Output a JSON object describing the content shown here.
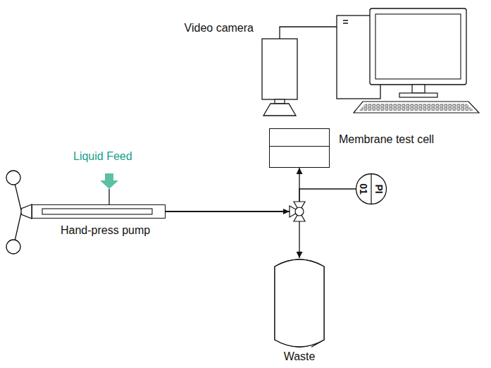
{
  "diagram": {
    "nodes": [
      {
        "text": [
          "Video camera"
        ]
      },
      {
        "text": [
          "Membrane test cell"
        ]
      },
      {
        "text": [
          "Hand-press pump"
        ]
      },
      {
        "text": [
          "PI",
          "01"
        ]
      },
      {
        "text": [
          "Waste"
        ]
      }
    ],
    "edges": [
      {
        "from": 2,
        "to": 1,
        "arrow": "to"
      },
      {
        "from": 2,
        "to": 4,
        "arrow": "to"
      },
      {
        "from": 2,
        "to": 3,
        "arrow": "none"
      }
    ],
    "labels": [
      "Liquid Feed"
    ]
  }
}
